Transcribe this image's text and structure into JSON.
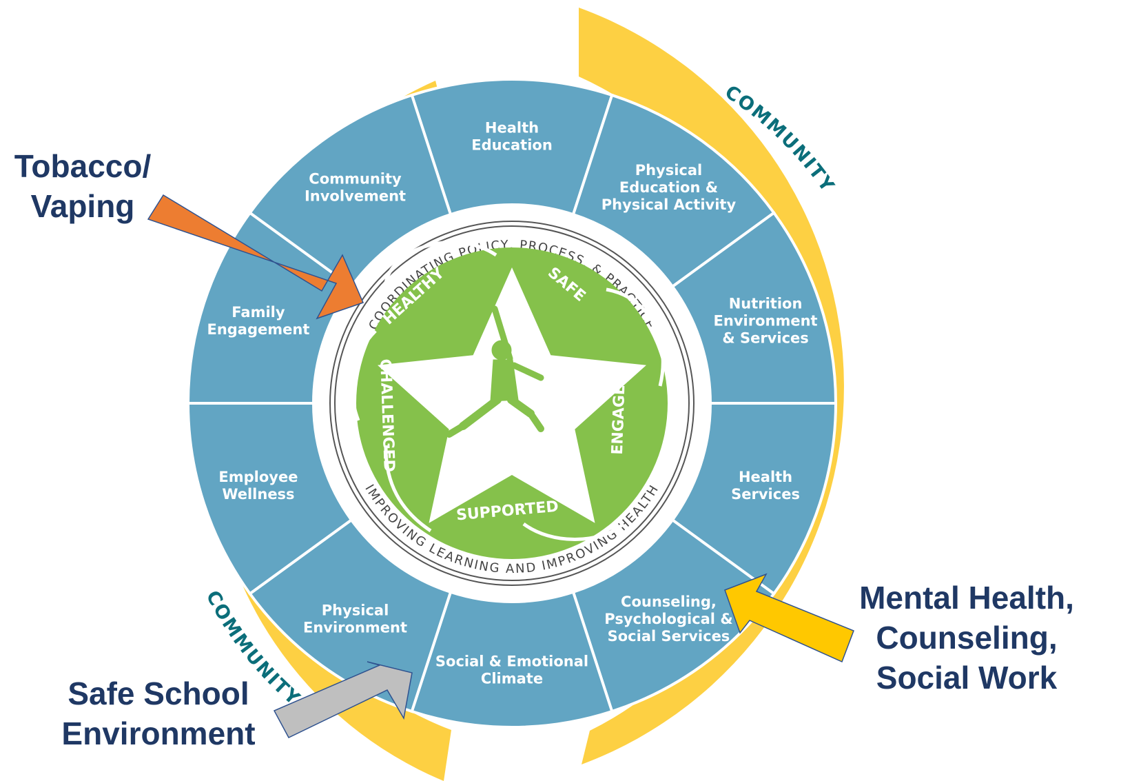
{
  "colors": {
    "segment_blue": "#62a5c3",
    "community_yellow": "#fdd043",
    "core_green": "#85c14b",
    "callout_navy": "#1f3864",
    "arrow_orange": "#ed7d31",
    "arrow_gray": "#bfbfbf",
    "arrow_gold": "#ffc800",
    "community_text": "#0b6e7a"
  },
  "community_labels": [
    "COMMUNITY",
    "COMMUNITY"
  ],
  "ring_texts": {
    "top": "COORDINATING POLICY, PROCESS, & PRACTICE",
    "bottom": "IMPROVING LEARNING AND IMPROVING HEALTH"
  },
  "core_words": [
    "HEALTHY",
    "SAFE",
    "ENGAGED",
    "SUPPORTED",
    "CHALLENGED"
  ],
  "components": [
    {
      "lines": [
        "Health",
        "Education"
      ]
    },
    {
      "lines": [
        "Physical",
        "Education &",
        "Physical Activity"
      ]
    },
    {
      "lines": [
        "Nutrition",
        "Environment",
        "& Services"
      ]
    },
    {
      "lines": [
        "Health",
        "Services"
      ]
    },
    {
      "lines": [
        "Counseling,",
        "Psychological &",
        "Social Services"
      ]
    },
    {
      "lines": [
        "Social & Emotional",
        "Climate"
      ]
    },
    {
      "lines": [
        "Physical",
        "Environment"
      ]
    },
    {
      "lines": [
        "Employee",
        "Wellness"
      ]
    },
    {
      "lines": [
        "Family",
        "Engagement"
      ]
    },
    {
      "lines": [
        "Community",
        "Involvement"
      ]
    }
  ],
  "callouts": {
    "tobacco": {
      "line1": "Tobacco/",
      "line2": "Vaping"
    },
    "safe_school": {
      "line1": "Safe School",
      "line2": "Environment"
    },
    "mental_health": {
      "line1": "Mental Health,",
      "line2": "Counseling,",
      "line3": "Social Work"
    }
  }
}
